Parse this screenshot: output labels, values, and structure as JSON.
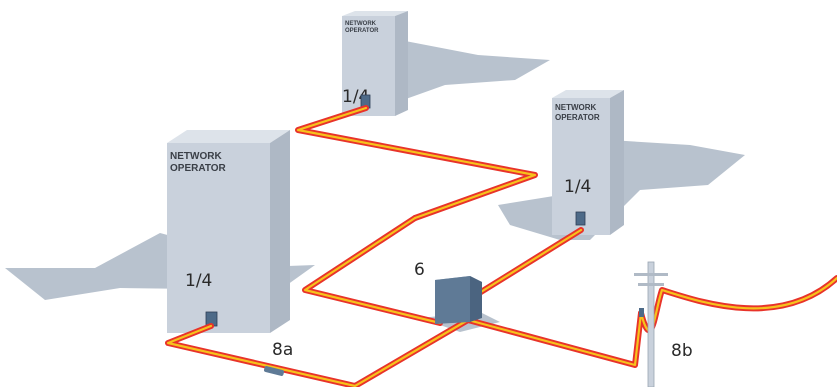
{
  "buildings": {
    "top": {
      "operator_line1": "NETWORK",
      "operator_line2": "OPERATOR",
      "fraction": "1/4"
    },
    "right": {
      "operator_line1": "NETWORK",
      "operator_line2": "OPERATOR",
      "fraction": "1/4"
    },
    "left": {
      "operator_line1": "NETWORK",
      "operator_line2": "OPERATOR",
      "fraction": "1/4"
    }
  },
  "cabinet_label": "6",
  "splice_label": "8a",
  "pole_label": "8b",
  "colors": {
    "shadow": "#b8c2ce",
    "building_front": "#c9d1dc",
    "building_side": "#aeb8c5",
    "building_top": "#dde3ea",
    "cabinet": "#5f7a96",
    "cable_outer": "#e8332a",
    "cable_inner": "#f6c21c"
  },
  "icons": [
    "cabinet-icon",
    "utility-pole-icon",
    "splice-closure-icon",
    "termination-box-icon"
  ]
}
